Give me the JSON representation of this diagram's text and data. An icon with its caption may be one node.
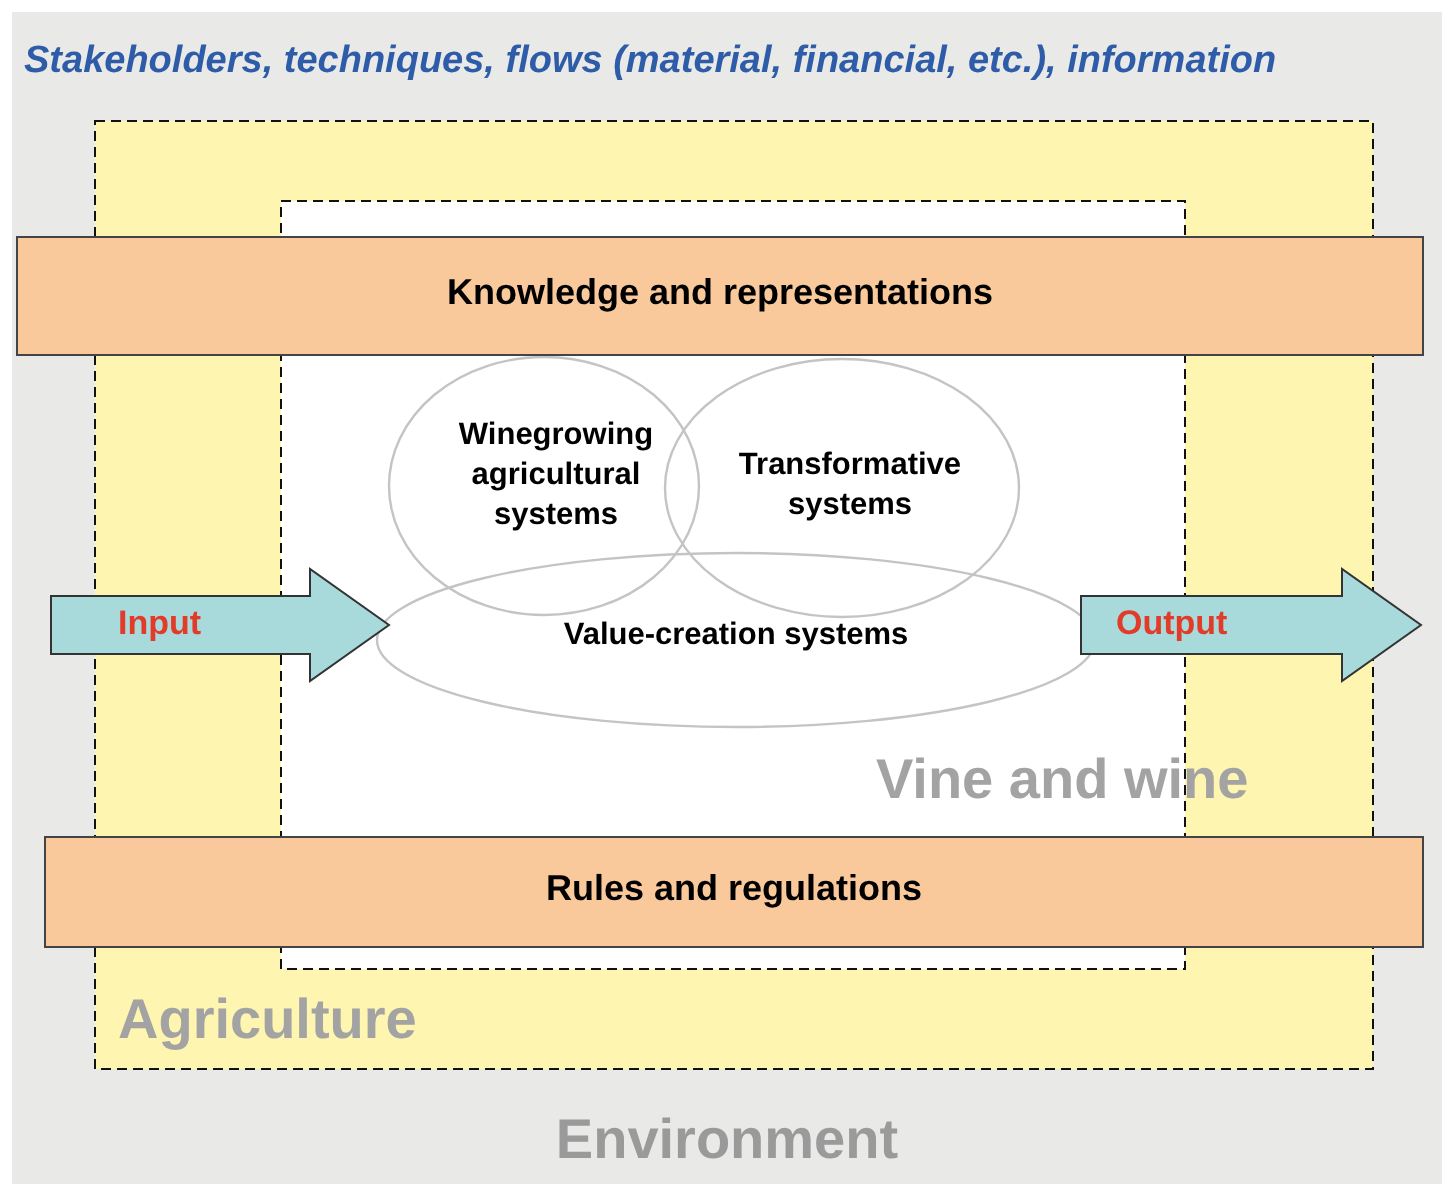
{
  "diagram": {
    "title": "Stakeholders, techniques, flows (material, financial, etc.), information",
    "nodes": [
      {
        "text": [
          "Environment"
        ]
      },
      {
        "text": [
          "Agriculture"
        ],
        "in": 0
      },
      {
        "text": [
          "Vine and wine"
        ],
        "in": 1
      },
      {
        "text": [
          "Knowledge and representations"
        ],
        "in": 0
      },
      {
        "text": [
          "Winegrowing agricultural systems"
        ],
        "in": 2
      },
      {
        "text": [
          "Transformative systems"
        ],
        "in": 2
      },
      {
        "text": [
          "Value-creation systems"
        ],
        "in": 2
      },
      {
        "text": [
          "Input"
        ],
        "in": 0
      },
      {
        "text": [
          "Output"
        ],
        "in": 0
      },
      {
        "text": [
          "Rules and regulations"
        ],
        "in": 0
      }
    ]
  }
}
